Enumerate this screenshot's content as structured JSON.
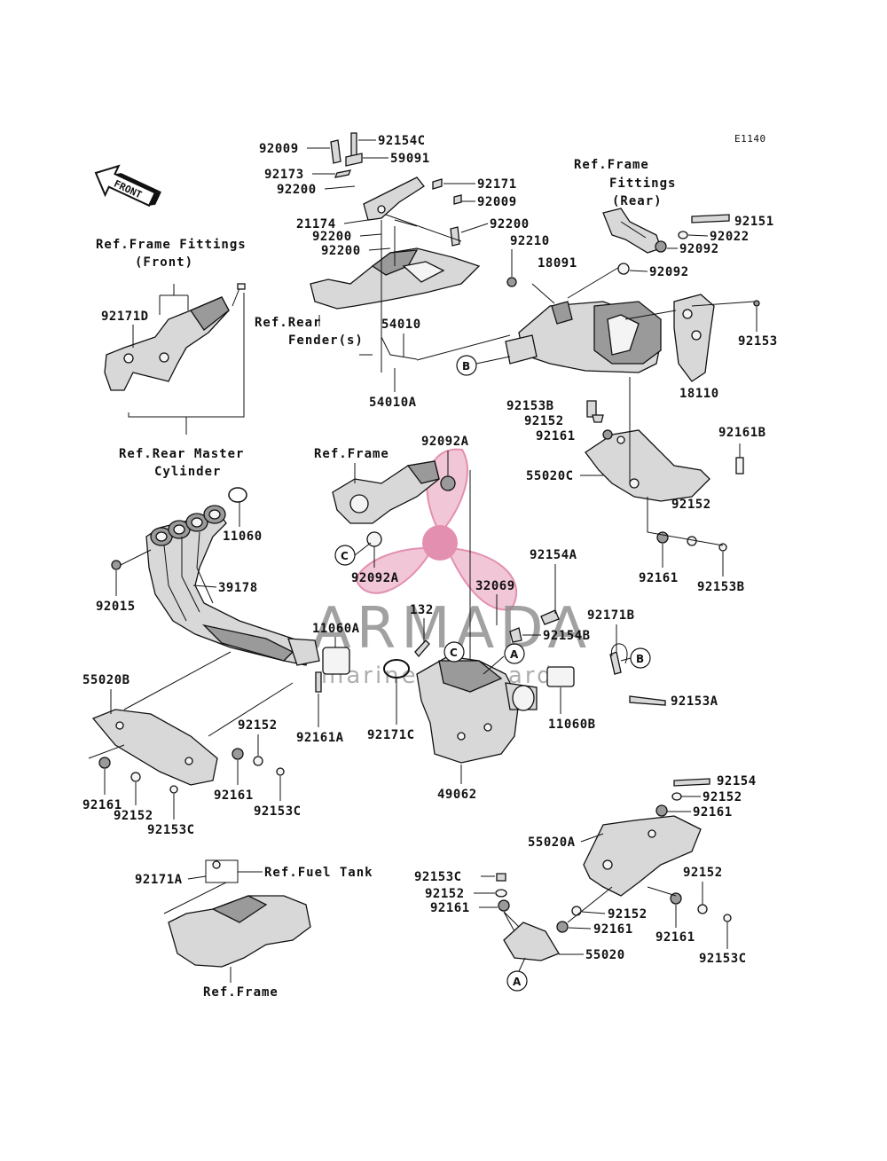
{
  "diagram_code": "E1140",
  "front_label": "FRONT",
  "watermark": {
    "brand": "ARMADA",
    "tagline": "marine outboards",
    "accent": "#e38fb0"
  },
  "refs": {
    "frame_fittings_front": [
      "Ref.Frame Fittings",
      "(Front)"
    ],
    "rear_master_cylinder": [
      "Ref.Rear Master",
      "Cylinder"
    ],
    "rear_fender": [
      "Ref.Rear",
      "Fender(s)"
    ],
    "frame_fittings_rear": [
      "Ref.Frame",
      "Fittings",
      "(Rear)"
    ],
    "frame_mid": "Ref.Frame",
    "fuel_tank": "Ref.Fuel Tank",
    "frame_bottom": "Ref.Frame"
  },
  "callouts": {
    "a": "A",
    "b": "B",
    "c": "C"
  },
  "parts": {
    "p92009a": "92009",
    "p92154c": "92154C",
    "p59091": "59091",
    "p92173": "92173",
    "p92200a": "92200",
    "p92171": "92171",
    "p92009b": "92009",
    "p21174": "21174",
    "p92200b": "92200",
    "p92200c": "92200",
    "p92200d": "92200",
    "p54010": "54010",
    "p54010a": "54010A",
    "p92210": "92210",
    "p18091": "18091",
    "p92151": "92151",
    "p92022": "92022",
    "p92092a": "92092",
    "p92092b": "92092",
    "p92153": "92153",
    "p18110": "18110",
    "p92171d": "92171D",
    "p92153b_top": "92153B",
    "p92152_top": "92152",
    "p92161_top": "92161",
    "p92161b": "92161B",
    "p55020c": "55020C",
    "p92152_r": "92152",
    "p92161_r": "92161",
    "p92153b_r": "92153B",
    "p92092a_top": "92092A",
    "p92092a_bot": "92092A",
    "p11060": "11060",
    "p92015": "92015",
    "p39178": "39178",
    "p92154a": "92154A",
    "p32069": "32069",
    "p132": "132",
    "p92154b": "92154B",
    "p92171b": "92171B",
    "p11060a": "11060A",
    "p55020b": "55020B",
    "p92161a": "92161A",
    "p92171c": "92171C",
    "p11060b": "11060B",
    "p92153a": "92153A",
    "p49062": "49062",
    "p92152_l": "92152",
    "p92161_l1": "92161",
    "p92153c_l1": "92153C",
    "p92161_l2": "92161",
    "p92152_l2": "92152",
    "p92153c_l2": "92153C",
    "p92154": "92154",
    "p92152_br1": "92152",
    "p92161_br1": "92161",
    "p55020a": "55020A",
    "p92153c_b": "92153C",
    "p92152_b": "92152",
    "p92161_b": "92161",
    "p92152_br2": "92152",
    "p92152_br3": "92152",
    "p92161_br2": "92161",
    "p92161_br3": "92161",
    "p92153c_br": "92153C",
    "p55020": "55020",
    "p92171a": "92171A"
  }
}
